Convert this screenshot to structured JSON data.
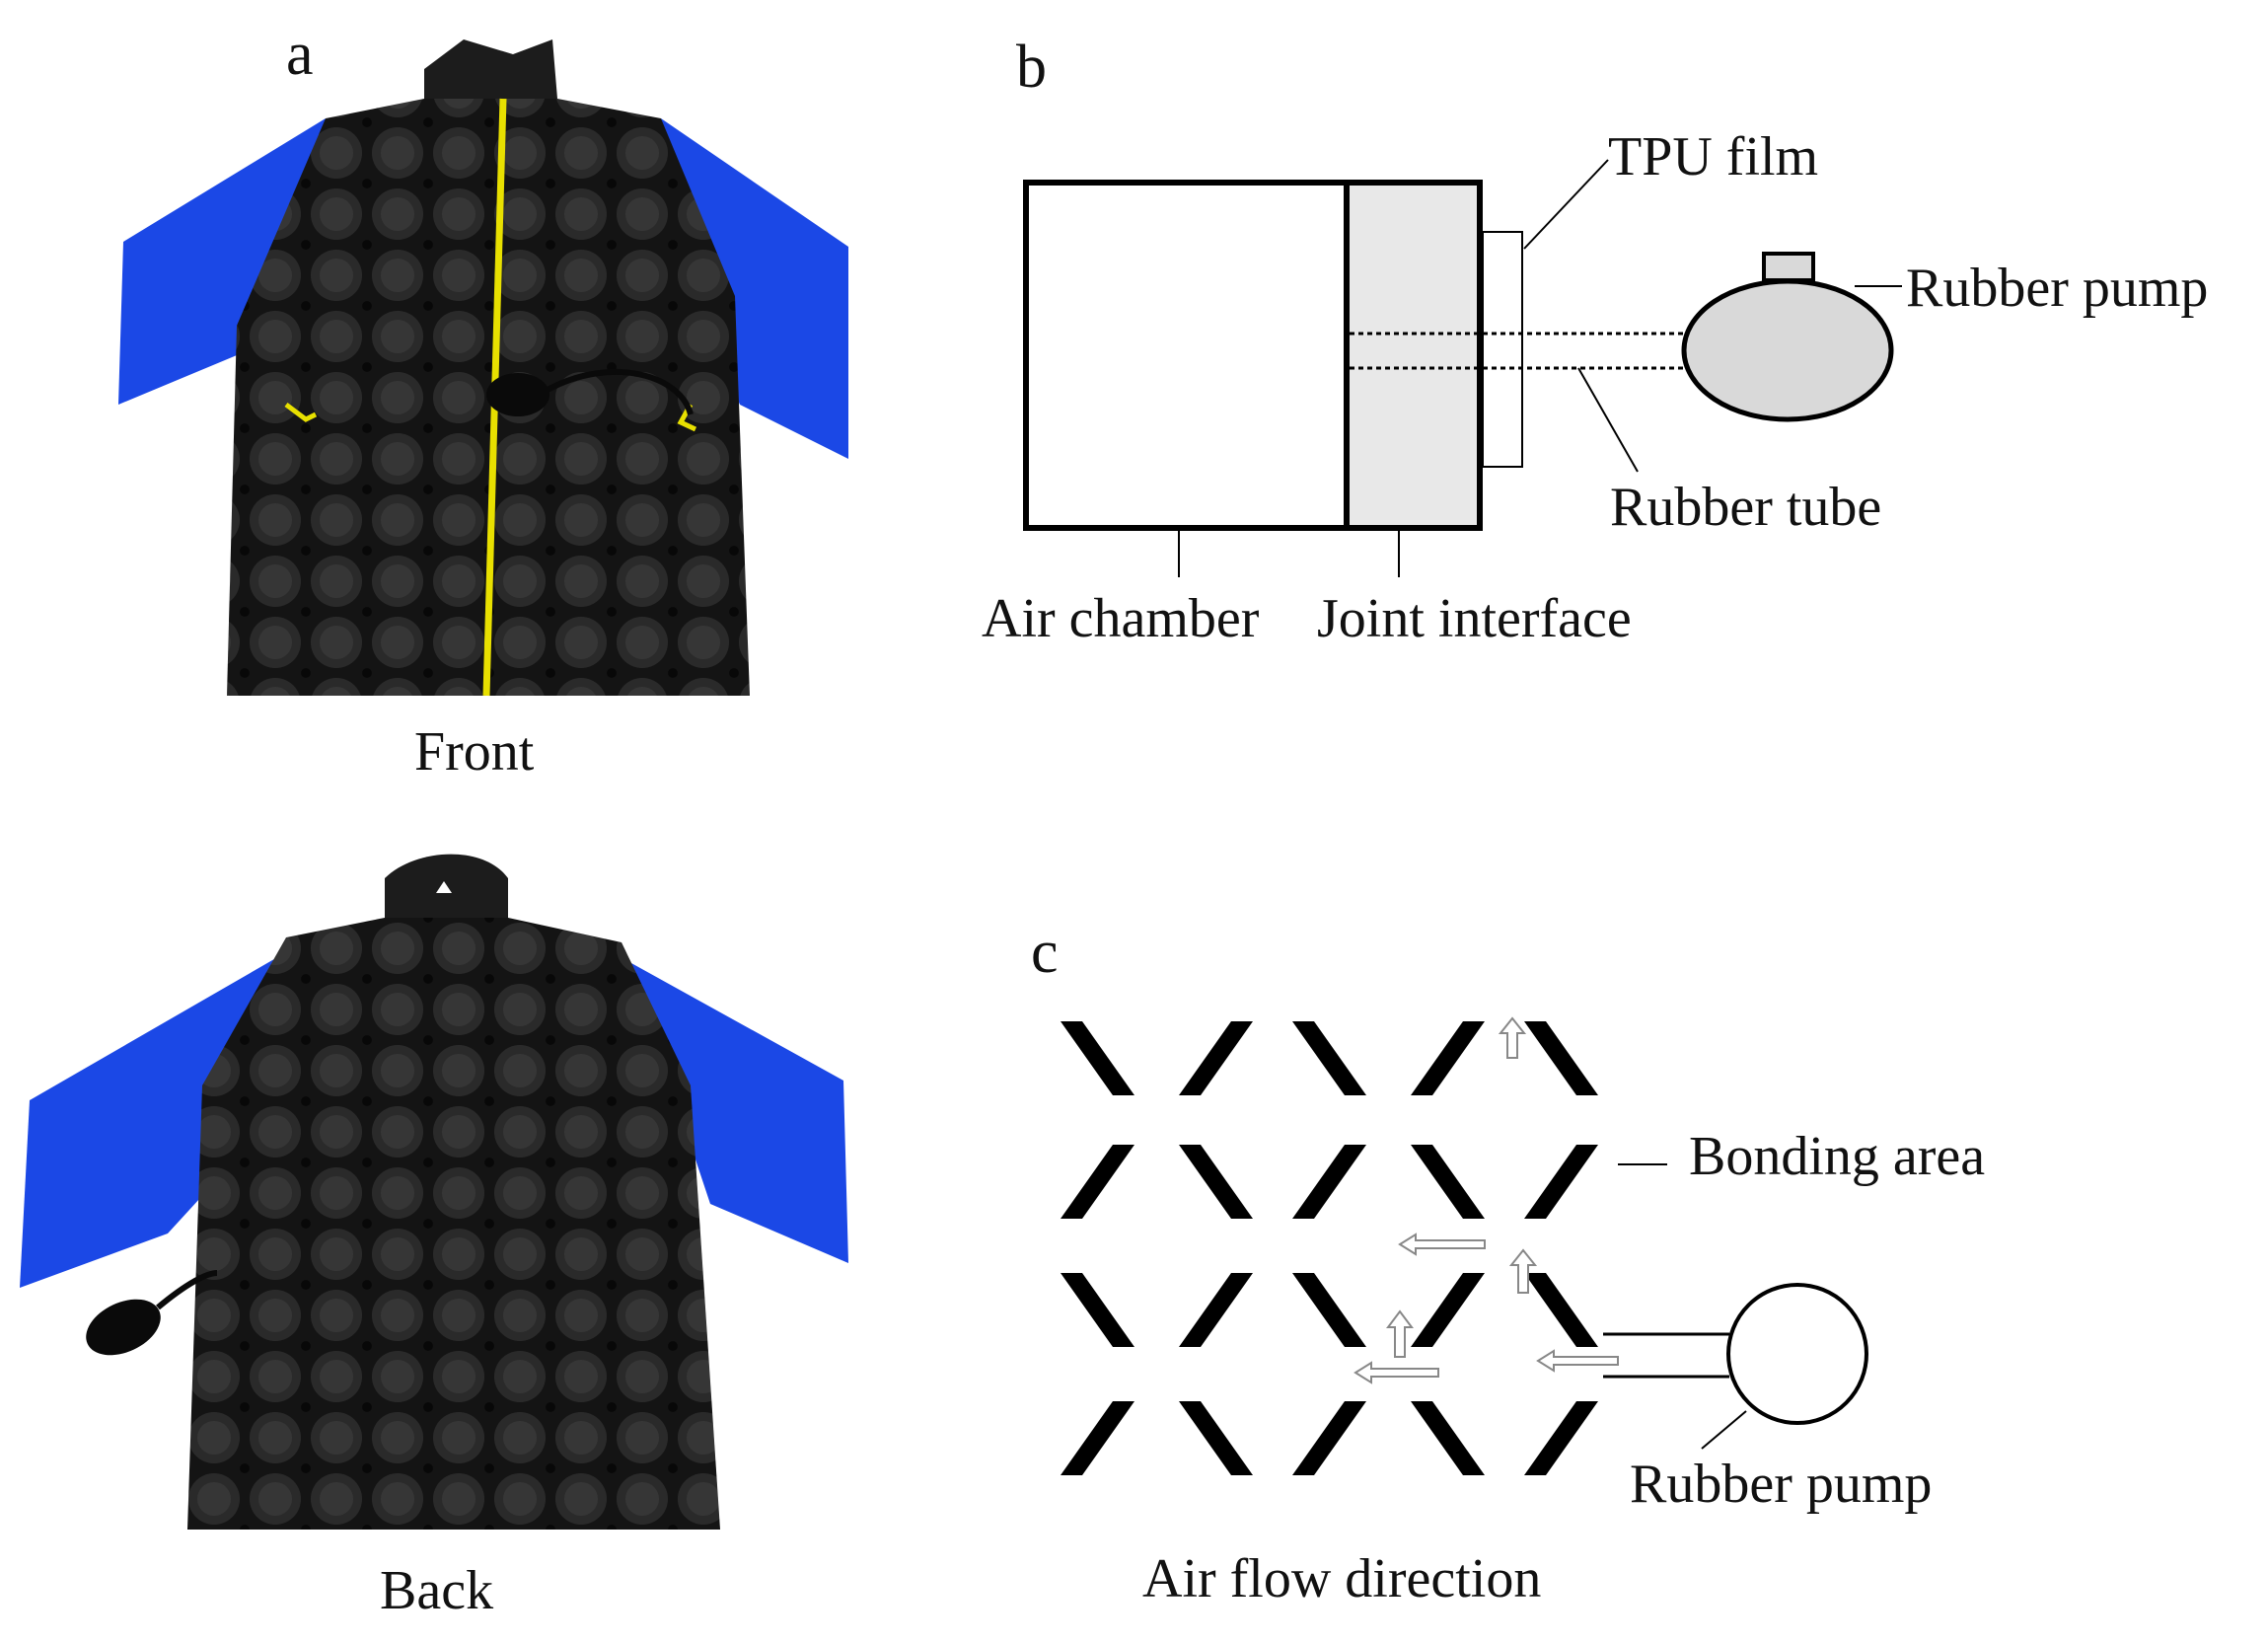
{
  "panels": {
    "a": {
      "letter": "a",
      "front_caption": "Front",
      "back_caption": "Back",
      "colors": {
        "jacket_body": "#141414",
        "sleeves": "#1b48e6",
        "zipper": "#e8e000",
        "pump_bulb": "#1a1a1a"
      }
    },
    "b": {
      "letter": "b",
      "labels": {
        "tpu_film": "TPU film",
        "rubber_pump": "Rubber pump",
        "rubber_tube": "Rubber tube",
        "air_chamber": "Air chamber",
        "joint_interface": "Joint interface"
      },
      "colors": {
        "joint_fill": "#e8e8e8",
        "pump_fill": "#d9d9d9"
      }
    },
    "c": {
      "letter": "c",
      "labels": {
        "bonding_area": "Bonding area",
        "rubber_pump": "Rubber pump",
        "air_flow_direction": "Air flow direction"
      }
    }
  }
}
